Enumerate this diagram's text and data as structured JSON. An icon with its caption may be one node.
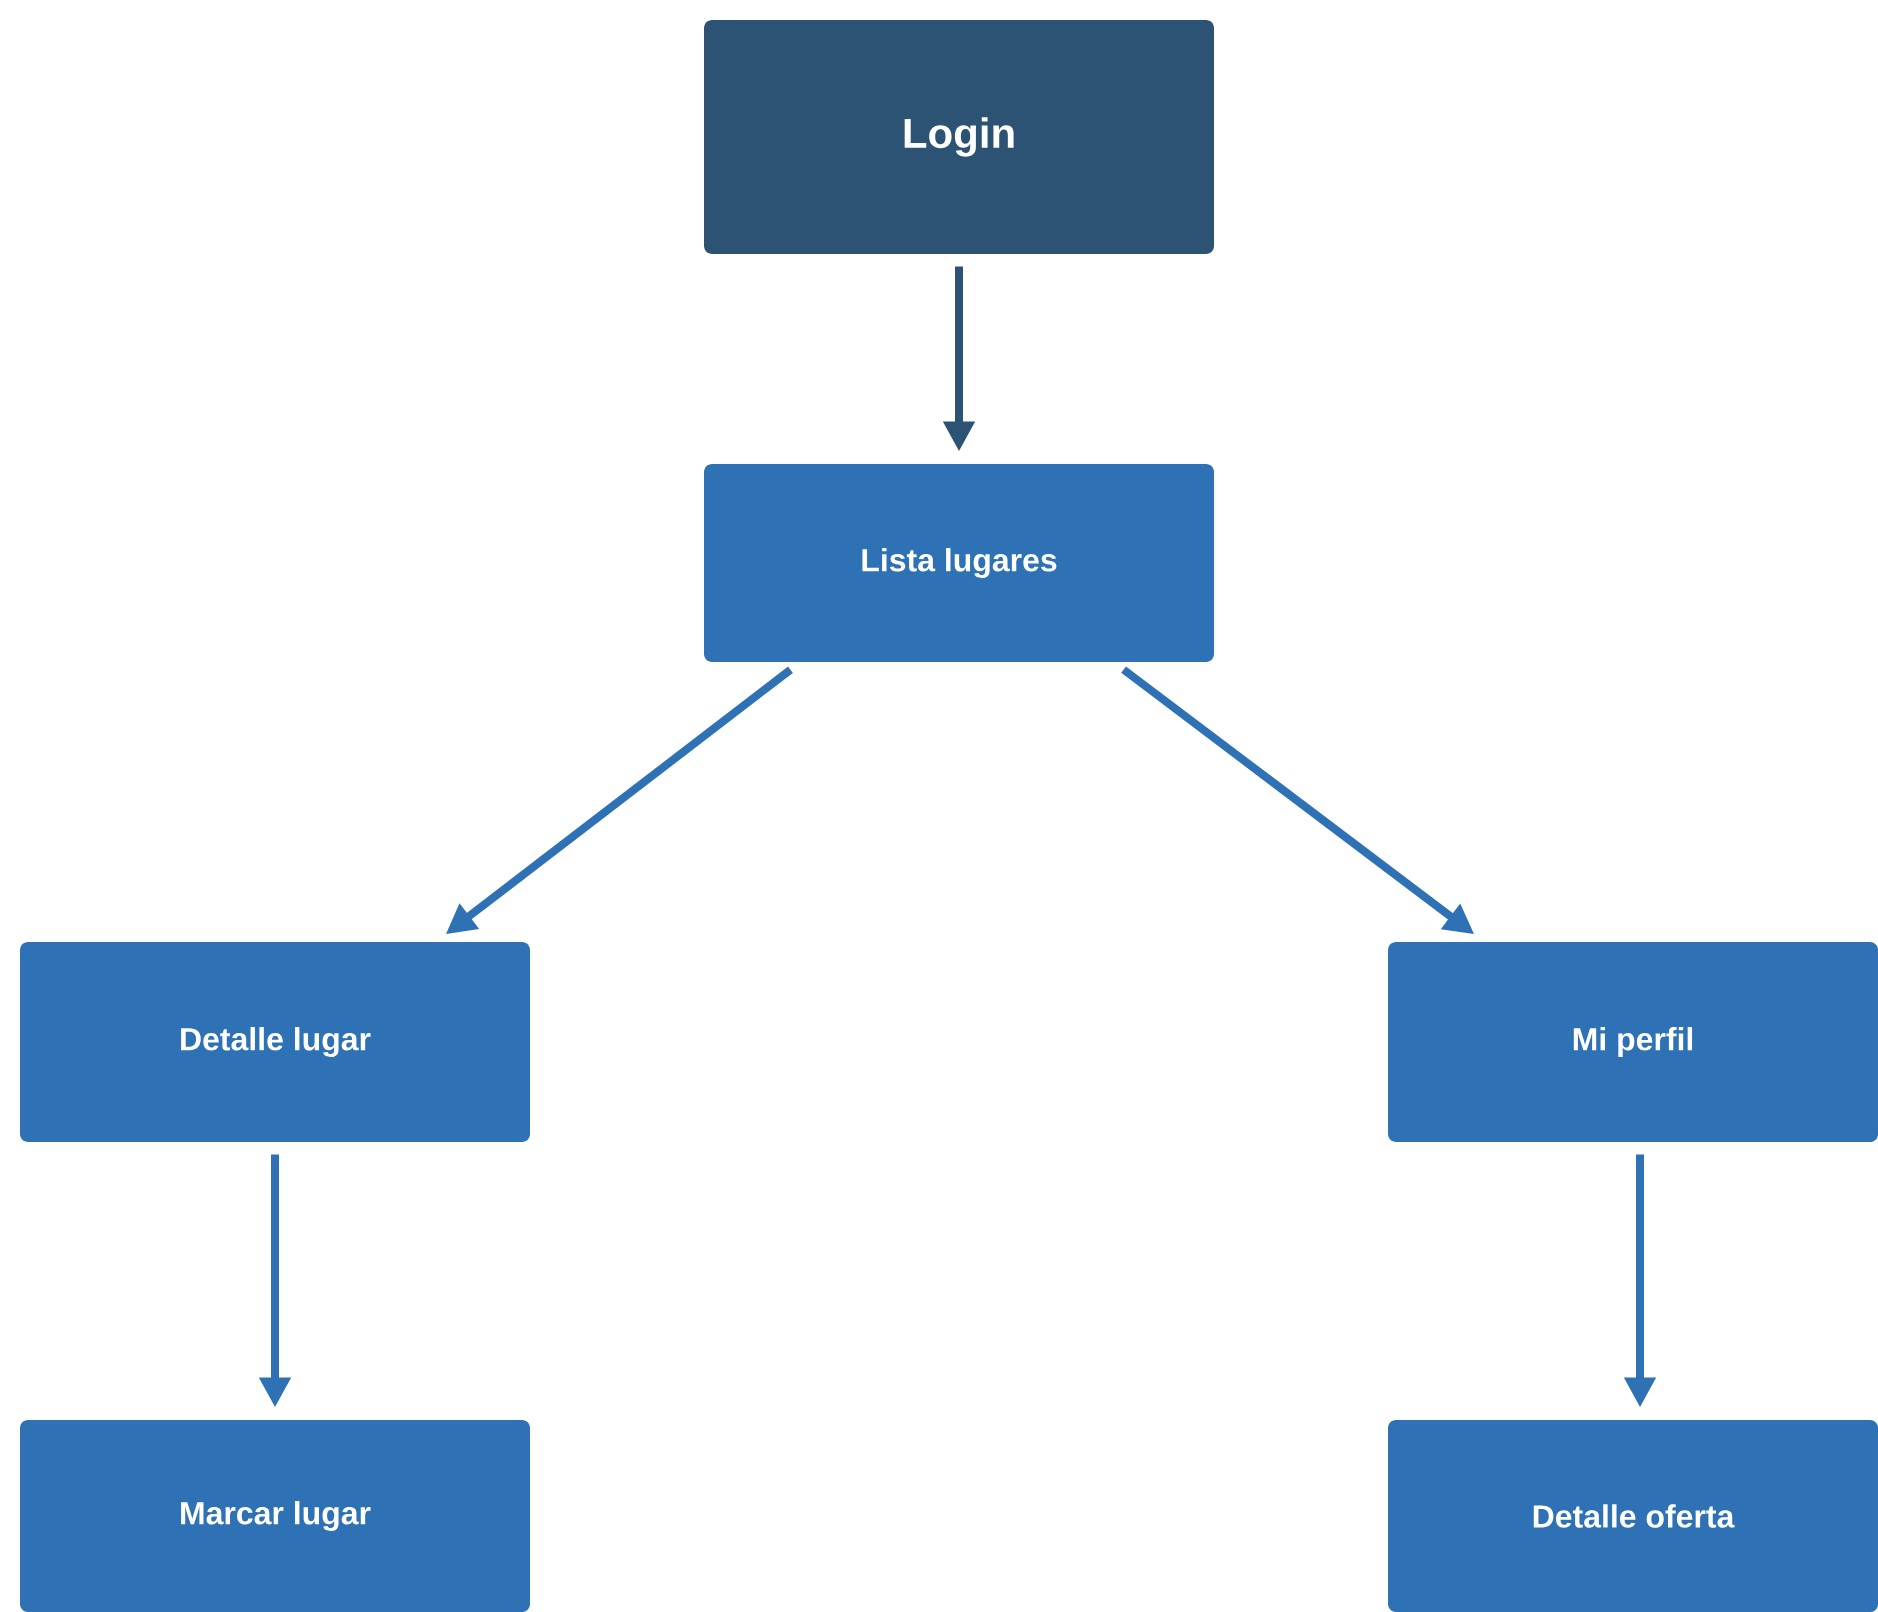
{
  "diagram": {
    "nodes": [
      {
        "text": [
          "Login"
        ]
      },
      {
        "text": [
          "Lista lugares"
        ]
      },
      {
        "text": [
          "Detalle lugar"
        ]
      },
      {
        "text": [
          "Mi perfil"
        ]
      },
      {
        "text": [
          "Marcar lugar"
        ]
      },
      {
        "text": [
          "Detalle oferta"
        ]
      }
    ],
    "edges": [
      {
        "from": 0,
        "to": 1,
        "arrow": "to",
        "color": "#2c5373"
      },
      {
        "from": 1,
        "to": 2,
        "arrow": "to"
      },
      {
        "from": 1,
        "to": 3,
        "arrow": "to"
      },
      {
        "from": 2,
        "to": 4,
        "arrow": "to"
      },
      {
        "from": 3,
        "to": 5,
        "arrow": "to"
      }
    ]
  }
}
